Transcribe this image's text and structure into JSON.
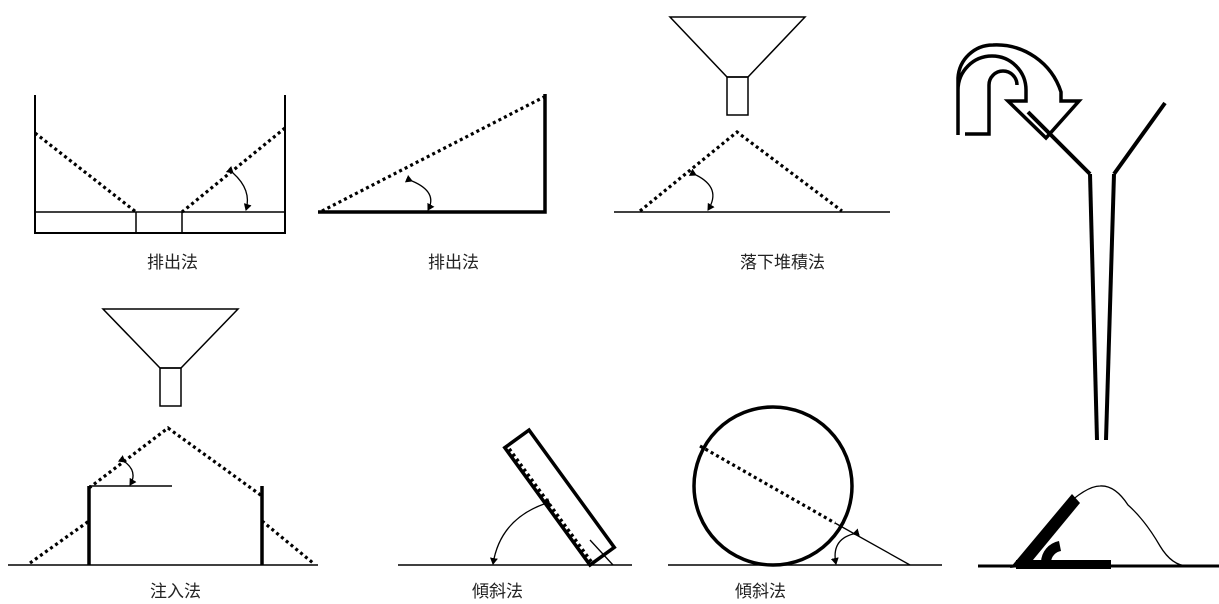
{
  "captions": {
    "discharge_box": "排出法",
    "discharge_wedge": "排出法",
    "fixed_funnel": "落下堆積法",
    "fixed_base": "注入法",
    "tilting_box": "傾斜法",
    "rotating_cylinder": "傾斜法"
  },
  "icons": {
    "rotate_arrow": "u-turn-arrow",
    "funnel": "v-funnel-with-spout",
    "protractor": "angle-protractor"
  }
}
